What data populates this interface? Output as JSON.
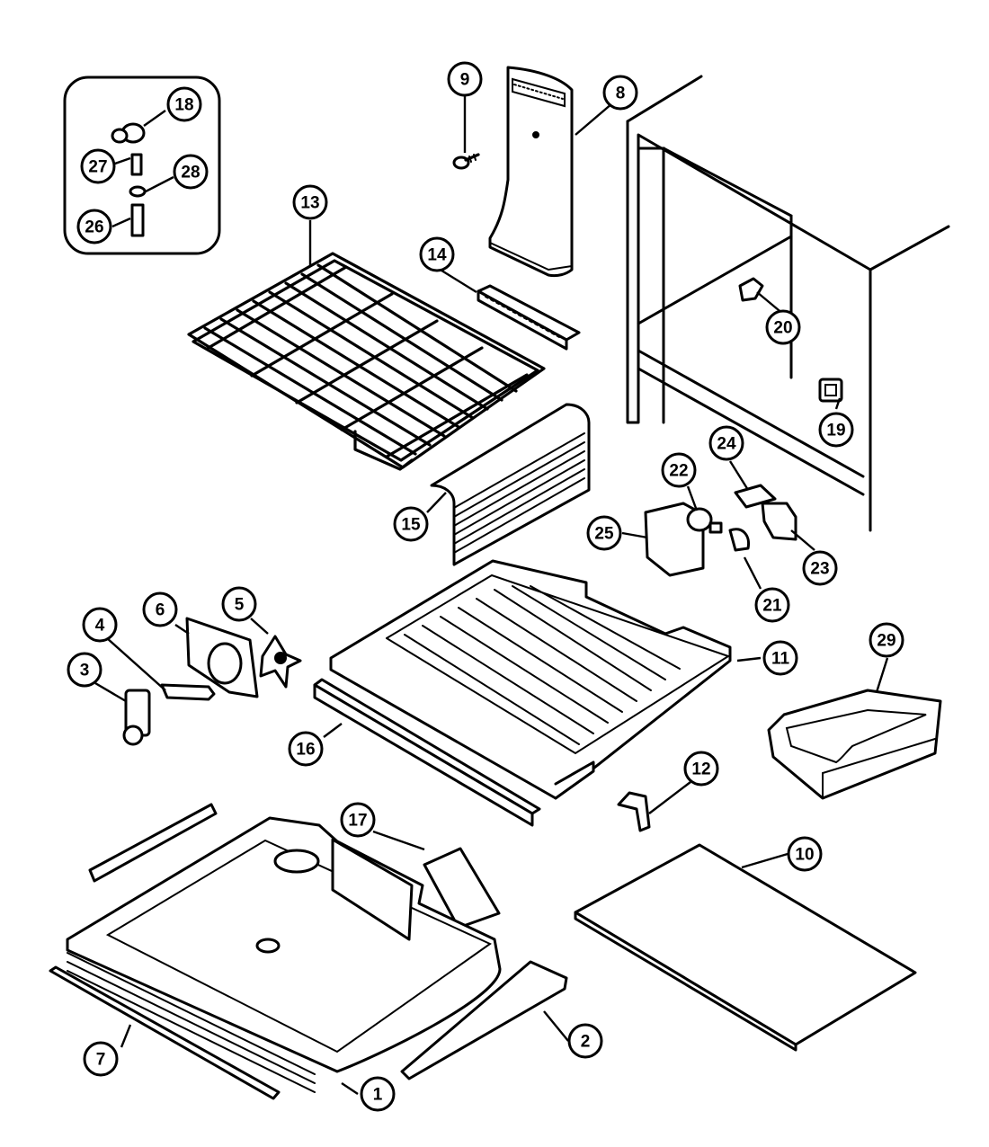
{
  "callouts": [
    {
      "id": "1",
      "label": "1"
    },
    {
      "id": "2",
      "label": "2"
    },
    {
      "id": "3",
      "label": "3"
    },
    {
      "id": "4",
      "label": "4"
    },
    {
      "id": "5",
      "label": "5"
    },
    {
      "id": "6",
      "label": "6"
    },
    {
      "id": "7",
      "label": "7"
    },
    {
      "id": "8",
      "label": "8"
    },
    {
      "id": "9",
      "label": "9"
    },
    {
      "id": "10",
      "label": "10"
    },
    {
      "id": "11",
      "label": "11"
    },
    {
      "id": "12",
      "label": "12"
    },
    {
      "id": "13",
      "label": "13"
    },
    {
      "id": "14",
      "label": "14"
    },
    {
      "id": "15",
      "label": "15"
    },
    {
      "id": "16",
      "label": "16"
    },
    {
      "id": "17",
      "label": "17"
    },
    {
      "id": "18",
      "label": "18"
    },
    {
      "id": "19",
      "label": "19"
    },
    {
      "id": "20",
      "label": "20"
    },
    {
      "id": "21",
      "label": "21"
    },
    {
      "id": "22",
      "label": "22"
    },
    {
      "id": "23",
      "label": "23"
    },
    {
      "id": "24",
      "label": "24"
    },
    {
      "id": "25",
      "label": "25"
    },
    {
      "id": "26",
      "label": "26"
    },
    {
      "id": "27",
      "label": "27"
    },
    {
      "id": "28",
      "label": "28"
    },
    {
      "id": "29",
      "label": "29"
    }
  ]
}
